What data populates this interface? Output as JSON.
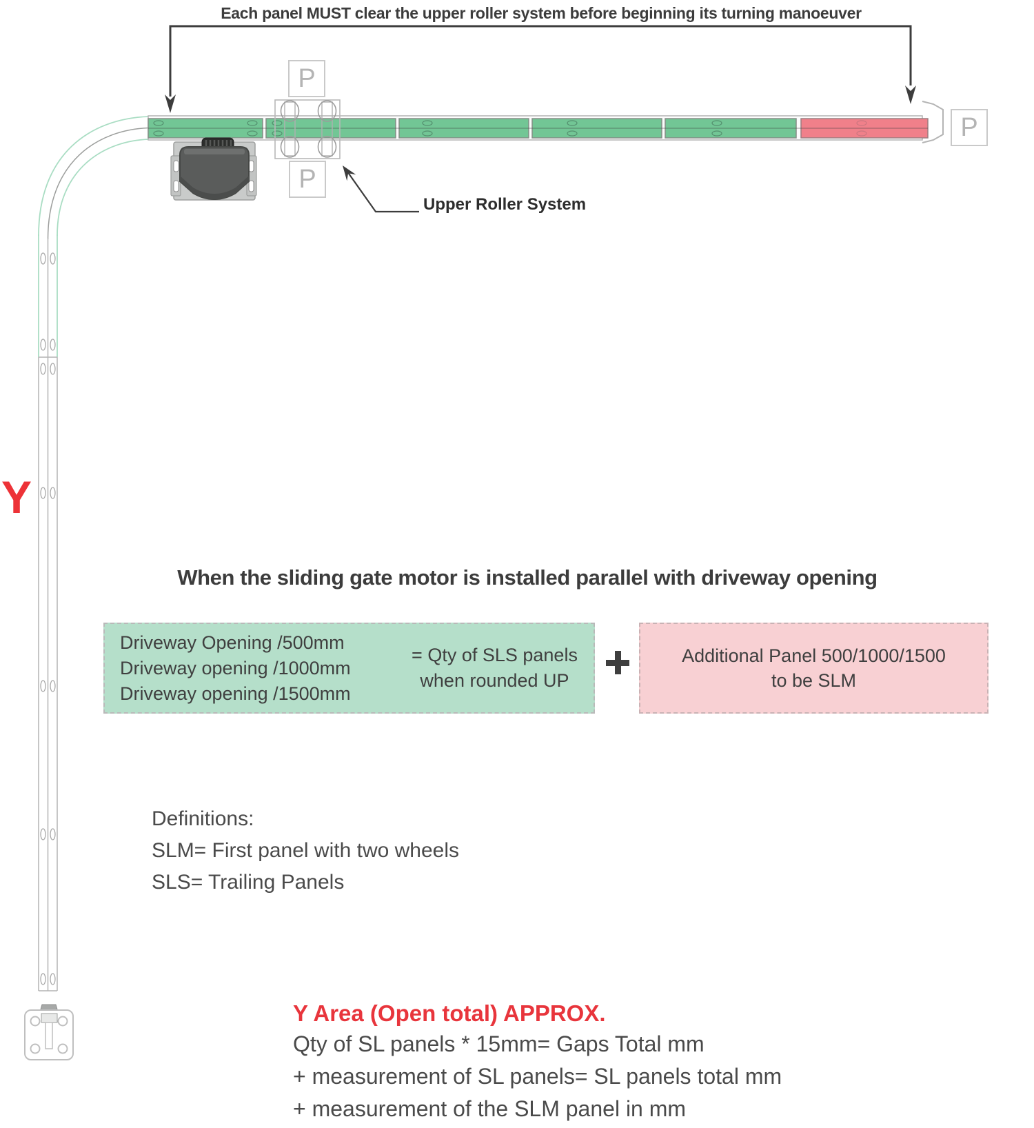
{
  "top_annotation": {
    "text": "Each panel MUST clear the upper roller system before beginning its turning manoeuver"
  },
  "posts": {
    "letter": "P"
  },
  "roller_system": {
    "label": "Upper Roller System"
  },
  "track": {
    "sls_green_panel_count": 5,
    "slm_red_panel_count": 1
  },
  "y_marker": {
    "label": "Y"
  },
  "heading": {
    "text": "When the sliding gate motor is installed parallel with driveway opening"
  },
  "green_box": {
    "lines": [
      "Driveway Opening /500mm",
      "Driveway opening /1000mm",
      "Driveway opening /1500mm"
    ],
    "result_lines": [
      "= Qty of SLS panels",
      "when rounded UP"
    ]
  },
  "pink_box": {
    "lines": [
      "Additional Panel 500/1000/1500",
      "to be SLM"
    ]
  },
  "definitions": {
    "title": "Definitions:",
    "items": [
      "SLM= First panel with two wheels",
      "SLS= Trailing Panels"
    ]
  },
  "y_area": {
    "title": "Y Area (Open total) APPROX.",
    "lines": [
      "Qty of SL panels * 15mm= Gaps Total mm",
      "+ measurement of SL panels= SL panels total mm",
      "+ measurement of the SLM panel in mm"
    ]
  },
  "icons": {
    "plus_icon": "plus",
    "down_arrow_icon": "arrow-down",
    "pointer_arrow_icon": "arrow-up-left"
  },
  "colors": {
    "panel_green": "#72c695",
    "panel_red": "#f0808a",
    "track_pale_green": "#a9ddc3",
    "outline_gray": "#b4b4b4",
    "text_dark": "#3c3c3c",
    "accent_red": "#ed3237",
    "green_box_bg": "#b5dfca",
    "pink_box_bg": "#f8d0d3"
  }
}
